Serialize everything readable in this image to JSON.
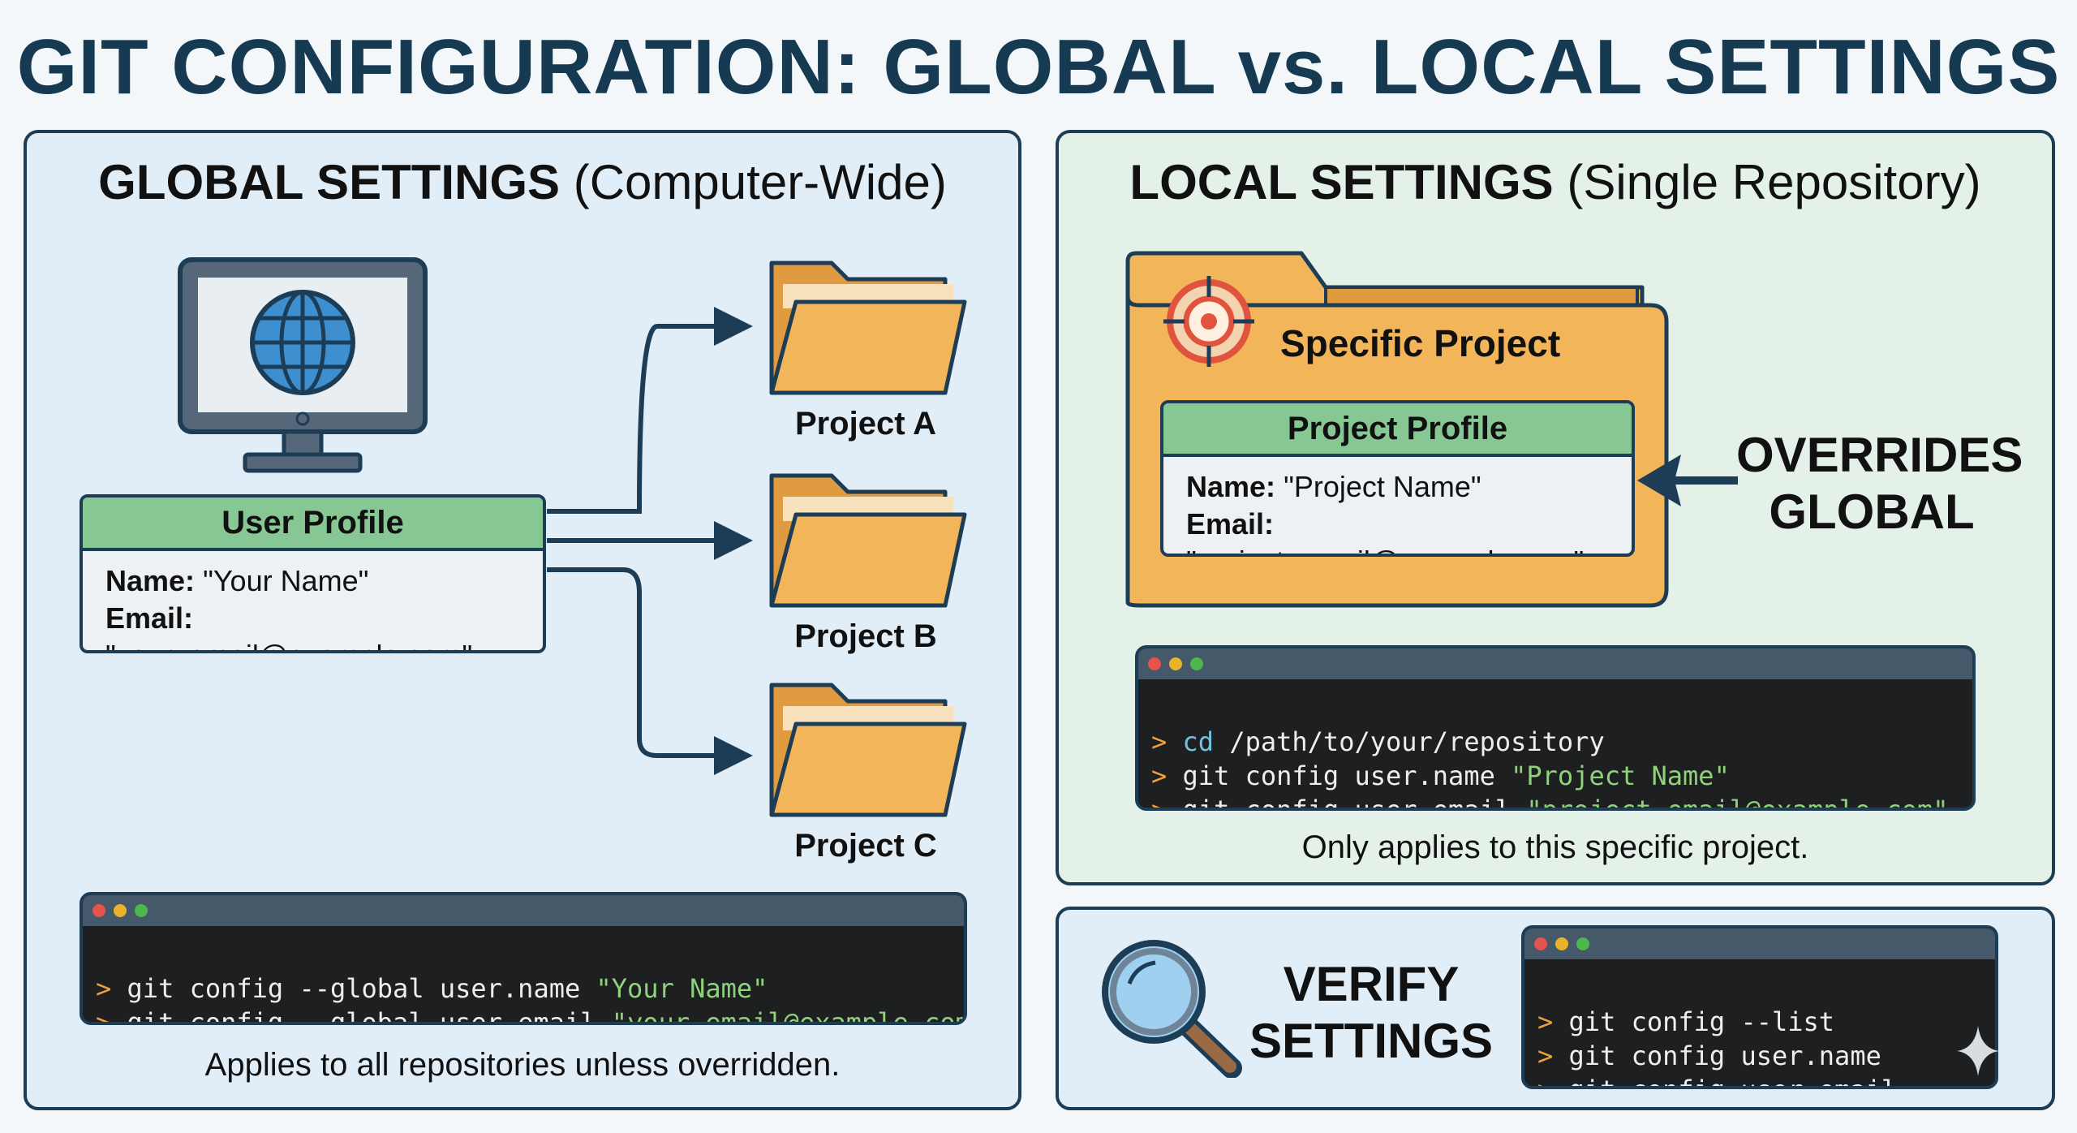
{
  "title": "GIT CONFIGURATION: GLOBAL vs. LOCAL SETTINGS",
  "global": {
    "heading_bold": "GLOBAL SETTINGS",
    "heading_rest": "(Computer-Wide)",
    "profile": {
      "header": "User Profile",
      "name_label": "Name:",
      "name_value": "\"Your Name\"",
      "email_label": "Email:",
      "email_value": "\"your_email@example.com\""
    },
    "projects": [
      "Project A",
      "Project B",
      "Project C"
    ],
    "terminal": [
      {
        "prompt": ">",
        "cmd": " git config --global user.name ",
        "arg": "\"Your Name\""
      },
      {
        "prompt": ">",
        "cmd": " git config --global user.email ",
        "arg": "\"your_email@example.com\""
      }
    ],
    "caption": "Applies to all repositories unless overridden."
  },
  "local": {
    "heading_bold": "LOCAL SETTINGS",
    "heading_rest": "(Single Repository)",
    "folder_label": "Specific Project",
    "profile": {
      "header": "Project Profile",
      "name_label": "Name:",
      "name_value": "\"Project Name\"",
      "email_label": "Email:",
      "email_value": "\"project_email@example.com\""
    },
    "overrides": [
      "OVERRIDES",
      "GLOBAL"
    ],
    "terminal": [
      {
        "prompt": ">",
        "kw": " cd",
        "cmd": " /path/to/your/repository",
        "arg": ""
      },
      {
        "prompt": ">",
        "kw": "",
        "cmd": " git config user.name ",
        "arg": "\"Project Name\""
      },
      {
        "prompt": ">",
        "kw": "",
        "cmd": " git config user.email ",
        "arg": "\"project_email@example.com\""
      }
    ],
    "caption": "Only applies to this specific project."
  },
  "verify": {
    "label": [
      "VERIFY",
      "SETTINGS"
    ],
    "terminal": [
      {
        "prompt": ">",
        "cmd": " git config --list"
      },
      {
        "prompt": ">",
        "cmd": " git config user.name"
      },
      {
        "prompt": ">",
        "cmd": " git config user.email"
      }
    ]
  },
  "colors": {
    "navy": "#1d3d56",
    "green_header": "#86c794",
    "folder": "#f2b55a",
    "prompt": "#f0a040",
    "string": "#8fd27b"
  }
}
